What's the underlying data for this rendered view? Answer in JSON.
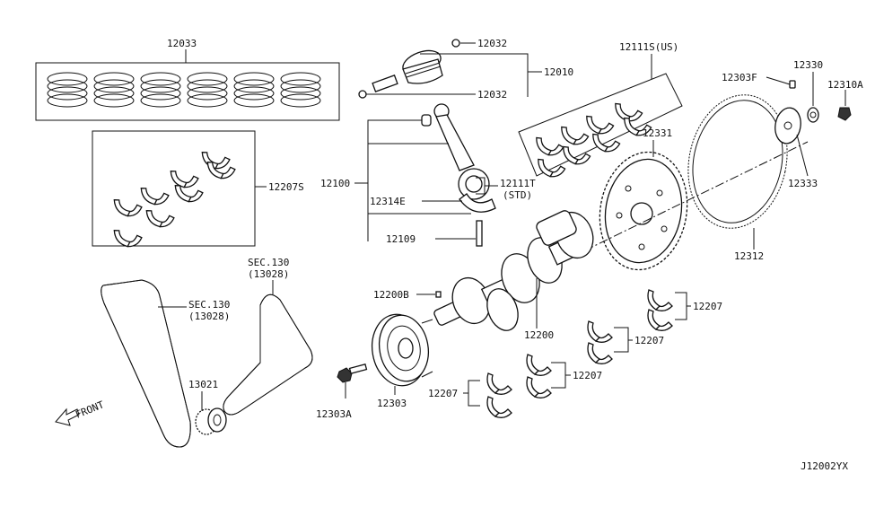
{
  "diagram_id": "J12002YX",
  "labels": {
    "p12033": "12033",
    "p12032a": "12032",
    "p12010": "12010",
    "p12032b": "12032",
    "p12111s": "12111S(US)",
    "p12303f": "12303F",
    "p12330": "12330",
    "p12310a": "12310A",
    "p12207s": "12207S",
    "p12100": "12100",
    "p12111t": "12111T",
    "p12111t_std": "(STD)",
    "p12314e": "12314E",
    "p12109": "12109",
    "p12331": "12331",
    "p12333": "12333",
    "p12312": "12312",
    "sec130a": "SEC.130",
    "sec130a_sub": "(13028)",
    "sec130b": "SEC.130",
    "sec130b_sub": "(13028)",
    "p12200b": "12200B",
    "p12200": "12200",
    "p12207a": "12207",
    "p12207b": "12207",
    "p12207c": "12207",
    "p12207d": "12207",
    "p13021": "13021",
    "p12303": "12303",
    "p12303a": "12303A",
    "front": "FRONT"
  }
}
